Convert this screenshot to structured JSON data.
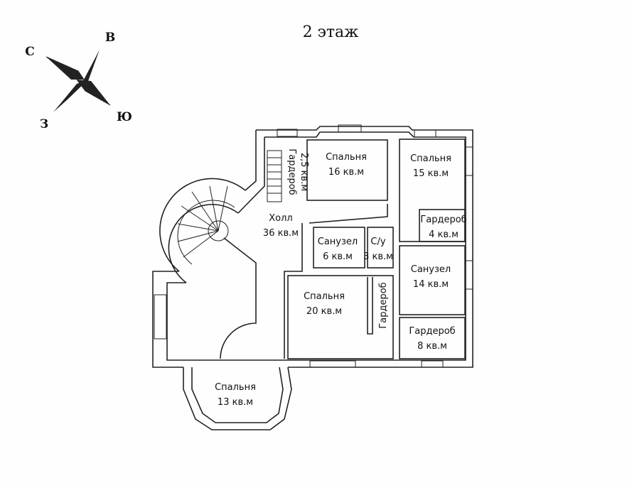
{
  "title": "2 этаж",
  "compass": {
    "north": "С",
    "east": "В",
    "west": "З",
    "south": "Ю"
  },
  "rooms": [
    {
      "name": "Спальня",
      "area": "16 кв.м"
    },
    {
      "name": "Спальня",
      "area": "15 кв.м"
    },
    {
      "name": "Гардероб",
      "area": "4 кв.м"
    },
    {
      "name": "Холл",
      "area": "36 кв.м"
    },
    {
      "name": "Санузел",
      "area": "6 кв.м"
    },
    {
      "name": "С/у",
      "area": "3 кв.м"
    },
    {
      "name": "Санузел",
      "area": "14 кв.м"
    },
    {
      "name": "Спальня",
      "area": "20 кв.м"
    },
    {
      "name": "Гардероб",
      "area": "8 кв.м"
    },
    {
      "name": "Спальня",
      "area": "13 кв.м"
    },
    {
      "name": "Гардероб",
      "area": "2,5 кв.м"
    },
    {
      "name": "Гардероб",
      "area": ""
    }
  ]
}
